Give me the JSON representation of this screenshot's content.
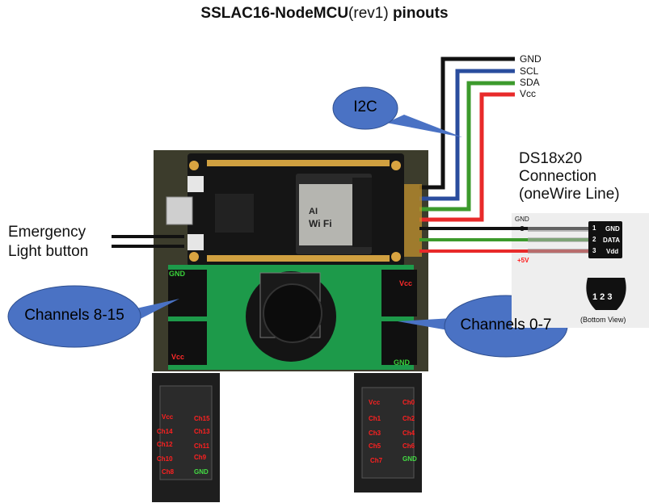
{
  "title": {
    "main": "SSLAC16-NodeMCU",
    "rev": "(rev1)",
    "suffix": " pinouts"
  },
  "i2c": {
    "bubble": "I2C",
    "wires": [
      {
        "label": "GND",
        "color": "#111111"
      },
      {
        "label": "SCL",
        "color": "#2a4d9e"
      },
      {
        "label": "SDA",
        "color": "#3c9a2c"
      },
      {
        "label": "Vcc",
        "color": "#e82a2a"
      }
    ]
  },
  "ds18x20": {
    "title_lines": [
      "DS18x20",
      "Connection",
      "(oneWire Line)"
    ],
    "gnd_label": "GND",
    "plus_label": "+5V",
    "pins": [
      {
        "num": "1",
        "name": "GND"
      },
      {
        "num": "2",
        "name": "DATA"
      },
      {
        "num": "3",
        "name": "Vdd"
      }
    ],
    "bottom_numbers": "1 2 3",
    "bottom_view": "(Bottom View)"
  },
  "emergency": {
    "line1": "Emergency",
    "line2": "Light button"
  },
  "channels": {
    "left_bubble": "Channels 8-15",
    "right_bubble": "Channels 0-7"
  },
  "pcb_labels": {
    "left_gnd": "GND",
    "left_vcc": "Vcc",
    "right_vcc": "Vcc",
    "right_gnd": "GND"
  },
  "left_connector": {
    "rows": [
      {
        "l": "Vcc",
        "r": "Ch15",
        "l_color": "red",
        "r_color": "red"
      },
      {
        "l": "Ch14",
        "r": "Ch13",
        "l_color": "red",
        "r_color": "red"
      },
      {
        "l": "Ch12",
        "r": "Ch11",
        "l_color": "red",
        "r_color": "red"
      },
      {
        "l": "Ch10",
        "r": "Ch9",
        "l_color": "red",
        "r_color": "red"
      },
      {
        "l": "Ch8",
        "r": "GND",
        "l_color": "red",
        "r_color": "green"
      }
    ]
  },
  "right_connector": {
    "rows": [
      {
        "l": "Vcc",
        "r": "Ch0",
        "l_color": "red",
        "r_color": "red"
      },
      {
        "l": "Ch1",
        "r": "Ch2",
        "l_color": "red",
        "r_color": "red"
      },
      {
        "l": "Ch3",
        "r": "Ch4",
        "l_color": "red",
        "r_color": "red"
      },
      {
        "l": "Ch5",
        "r": "Ch6",
        "l_color": "red",
        "r_color": "red"
      },
      {
        "l": "Ch7",
        "r": "GND",
        "l_color": "red",
        "r_color": "green"
      }
    ]
  },
  "board": {
    "wifi_text": "Wi Fi",
    "ai_text": "AI"
  }
}
